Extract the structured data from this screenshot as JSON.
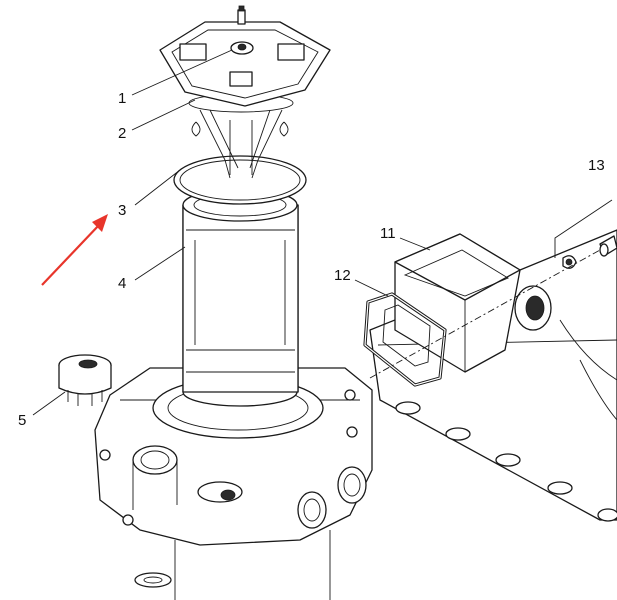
{
  "callouts": {
    "c1": "1",
    "c2": "2",
    "c3": "3",
    "c4": "4",
    "c5": "5",
    "c11": "11",
    "c12": "12",
    "c13": "13"
  },
  "colors": {
    "line": "#1a1a1a",
    "background": "#ffffff",
    "arrow": "#e8352b"
  },
  "icons": {
    "arrow": "red-pointer-arrow"
  }
}
